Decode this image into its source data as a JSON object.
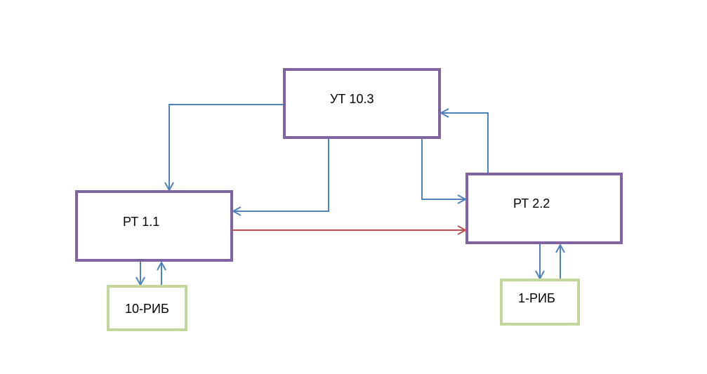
{
  "diagram": {
    "colors": {
      "main_node_border": "#8064a2",
      "sub_node_border": "#c3d69b",
      "blue_connector": "#4f81bd",
      "red_connector": "#c0504d"
    },
    "nodes": [
      {
        "id": "ut103",
        "label": "УТ 10.3",
        "kind": "main"
      },
      {
        "id": "rt11",
        "label": "РТ 1.1",
        "kind": "main"
      },
      {
        "id": "rt22",
        "label": "РТ 2.2",
        "kind": "main"
      },
      {
        "id": "rib10",
        "label": "10-РИБ",
        "kind": "sub"
      },
      {
        "id": "rib1",
        "label": "1-РИБ",
        "kind": "sub"
      }
    ],
    "edges": [
      {
        "from": "ut103",
        "to": "rt11",
        "color": "blue"
      },
      {
        "from": "ut103",
        "to": "rt11",
        "color": "blue"
      },
      {
        "from": "ut103",
        "to": "rt22",
        "color": "blue"
      },
      {
        "from": "rt22",
        "to": "ut103",
        "color": "blue"
      },
      {
        "from": "rt11",
        "to": "rt22",
        "color": "red"
      },
      {
        "from": "rt11",
        "to": "rib10",
        "color": "blue"
      },
      {
        "from": "rib10",
        "to": "rt11",
        "color": "blue"
      },
      {
        "from": "rt22",
        "to": "rib1",
        "color": "blue"
      },
      {
        "from": "rib1",
        "to": "rt22",
        "color": "blue"
      }
    ]
  }
}
